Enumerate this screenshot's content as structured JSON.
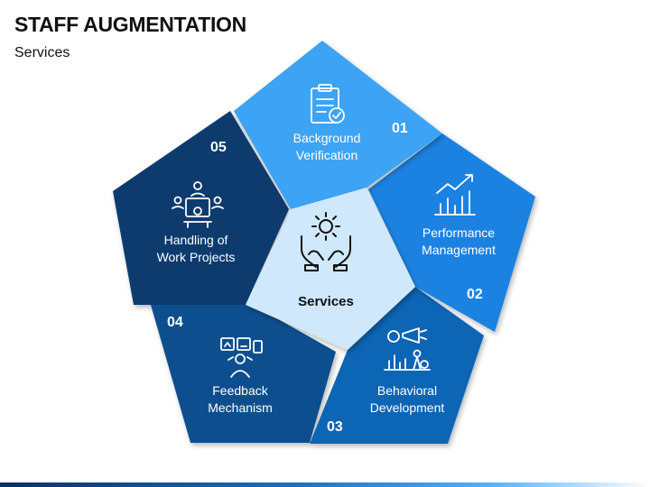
{
  "title": "STAFF AUGMENTATION",
  "subtitle": "Services",
  "center": {
    "label": "Services",
    "icon": "gear-hands-icon"
  },
  "segments": [
    {
      "number": "01",
      "line1": "Background",
      "line2": "Verification",
      "icon": "clipboard-check-icon",
      "color": "#3ea3f4"
    },
    {
      "number": "02",
      "line1": "Performance",
      "line2": "Management",
      "icon": "growth-chart-icon",
      "color": "#1a82e2"
    },
    {
      "number": "03",
      "line1": "Behavioral",
      "line2": "Development",
      "icon": "megaphone-chart-icon",
      "color": "#0d65b5"
    },
    {
      "number": "04",
      "line1": "Feedback",
      "line2": "Mechanism",
      "icon": "feedback-board-icon",
      "color": "#0b4f8e"
    },
    {
      "number": "05",
      "line1": "Handling of",
      "line2": "Work Projects",
      "icon": "team-project-icon",
      "color": "#093a6e"
    }
  ]
}
